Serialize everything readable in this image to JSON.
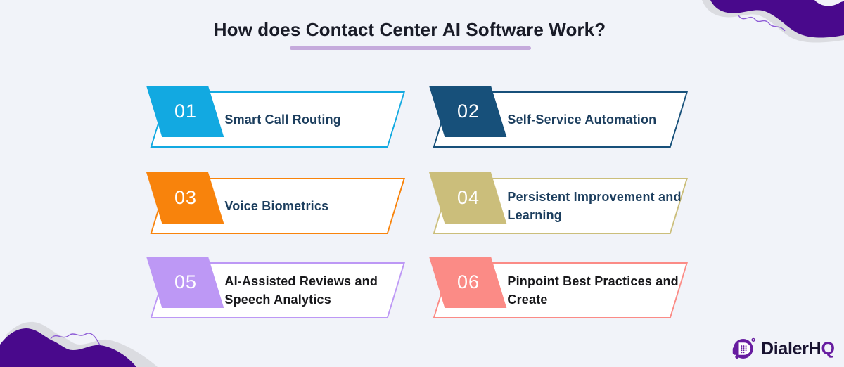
{
  "page": {
    "background": "#F1F3F9"
  },
  "title": {
    "text": "How does Contact Center AI Software Work?",
    "underline_color": "#C5AADC"
  },
  "cards": [
    {
      "number": "01",
      "label": "Smart Call Routing",
      "color": "#12A9E1",
      "text_color": "#1C3E5E"
    },
    {
      "number": "02",
      "label": "Self-Service Automation",
      "color": "#17507A",
      "text_color": "#1C3E5E"
    },
    {
      "number": "03",
      "label": "Voice Biometrics",
      "color": "#F8830C",
      "text_color": "#1C3E5E"
    },
    {
      "number": "04",
      "label": "Persistent Improvement and Learning",
      "color": "#CBBE7B",
      "text_color": "#1C3E5E"
    },
    {
      "number": "05",
      "label": "AI-Assisted Reviews and Speech Analytics",
      "color": "#BD98F5",
      "text_color": "#18181B"
    },
    {
      "number": "06",
      "label": "Pinpoint Best Practices and Create",
      "color": "#FB8B86",
      "text_color": "#18181B"
    }
  ],
  "logo": {
    "brand_dark": "DialerH",
    "brand_accent": "Q",
    "accent_color": "#671CA0",
    "icon": "headset-dialpad-icon"
  },
  "decorations": {
    "corner_color": "#49098C",
    "corner_shadow": "#DBDCE1",
    "squiggle_color": "#8E5CD6"
  }
}
